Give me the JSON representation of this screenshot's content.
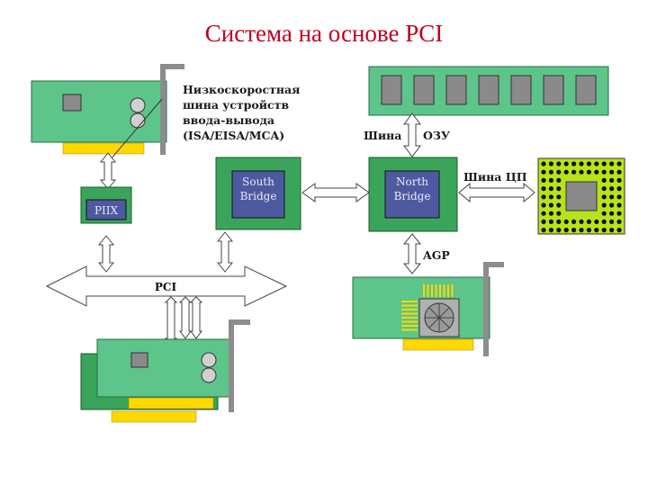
{
  "title": "Система на основе PCI",
  "labels": {
    "isa_bus_line1": "Низкоскоростная",
    "isa_bus_line2": "шина устройств",
    "isa_bus_line3": "ввода-вывода",
    "isa_bus_line4": "(ISA/EISA/MCA)",
    "south_bridge_line1": "South",
    "south_bridge_line2": "Bridge",
    "north_bridge_line1": "North",
    "north_bridge_line2": "Bridge",
    "piix": "PIIX",
    "pci": "PCI",
    "ram_bus_left": "Шина",
    "ram_bus_right": "ОЗУ",
    "cpu_bus": "Шина ЦП",
    "agp": "AGP"
  },
  "colors": {
    "title": "#c0001e",
    "board_green": "#5dc48a",
    "chip_green": "#3aa55a",
    "chip_blue": "#4d5aa0",
    "slot_yellow": "#ffd800",
    "cpu_green": "#b8e21a",
    "bracket_gray": "#8c8c8c"
  }
}
